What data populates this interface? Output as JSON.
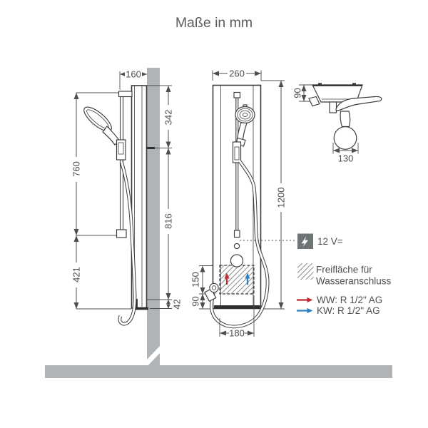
{
  "title": "Maße in mm",
  "side_view": {
    "depth": "160",
    "upper": "342",
    "rail": "760",
    "lower": "421",
    "middle": "816",
    "base": "42"
  },
  "front_view": {
    "width": "260",
    "height": "1200",
    "conn_area_height": "150",
    "conn_area_bottom": "90",
    "conn_area_width": "180"
  },
  "top_view": {
    "depth": "90",
    "head_width": "130"
  },
  "legend": {
    "power_label": "12 V=",
    "free_area_line1": "Freifläche für",
    "free_area_line2": "Wasseranschluss",
    "warm_label": "WW: R 1/2\" AG",
    "cold_label": "KW: R 1/2\" AG"
  },
  "colors": {
    "wall": "#b1b4b6",
    "line": "#3b3b3b",
    "dim_text": "#4c4f51",
    "power_box": "#6e7376",
    "warm_water": "#bf2e33",
    "cold_water": "#2e80c1"
  }
}
